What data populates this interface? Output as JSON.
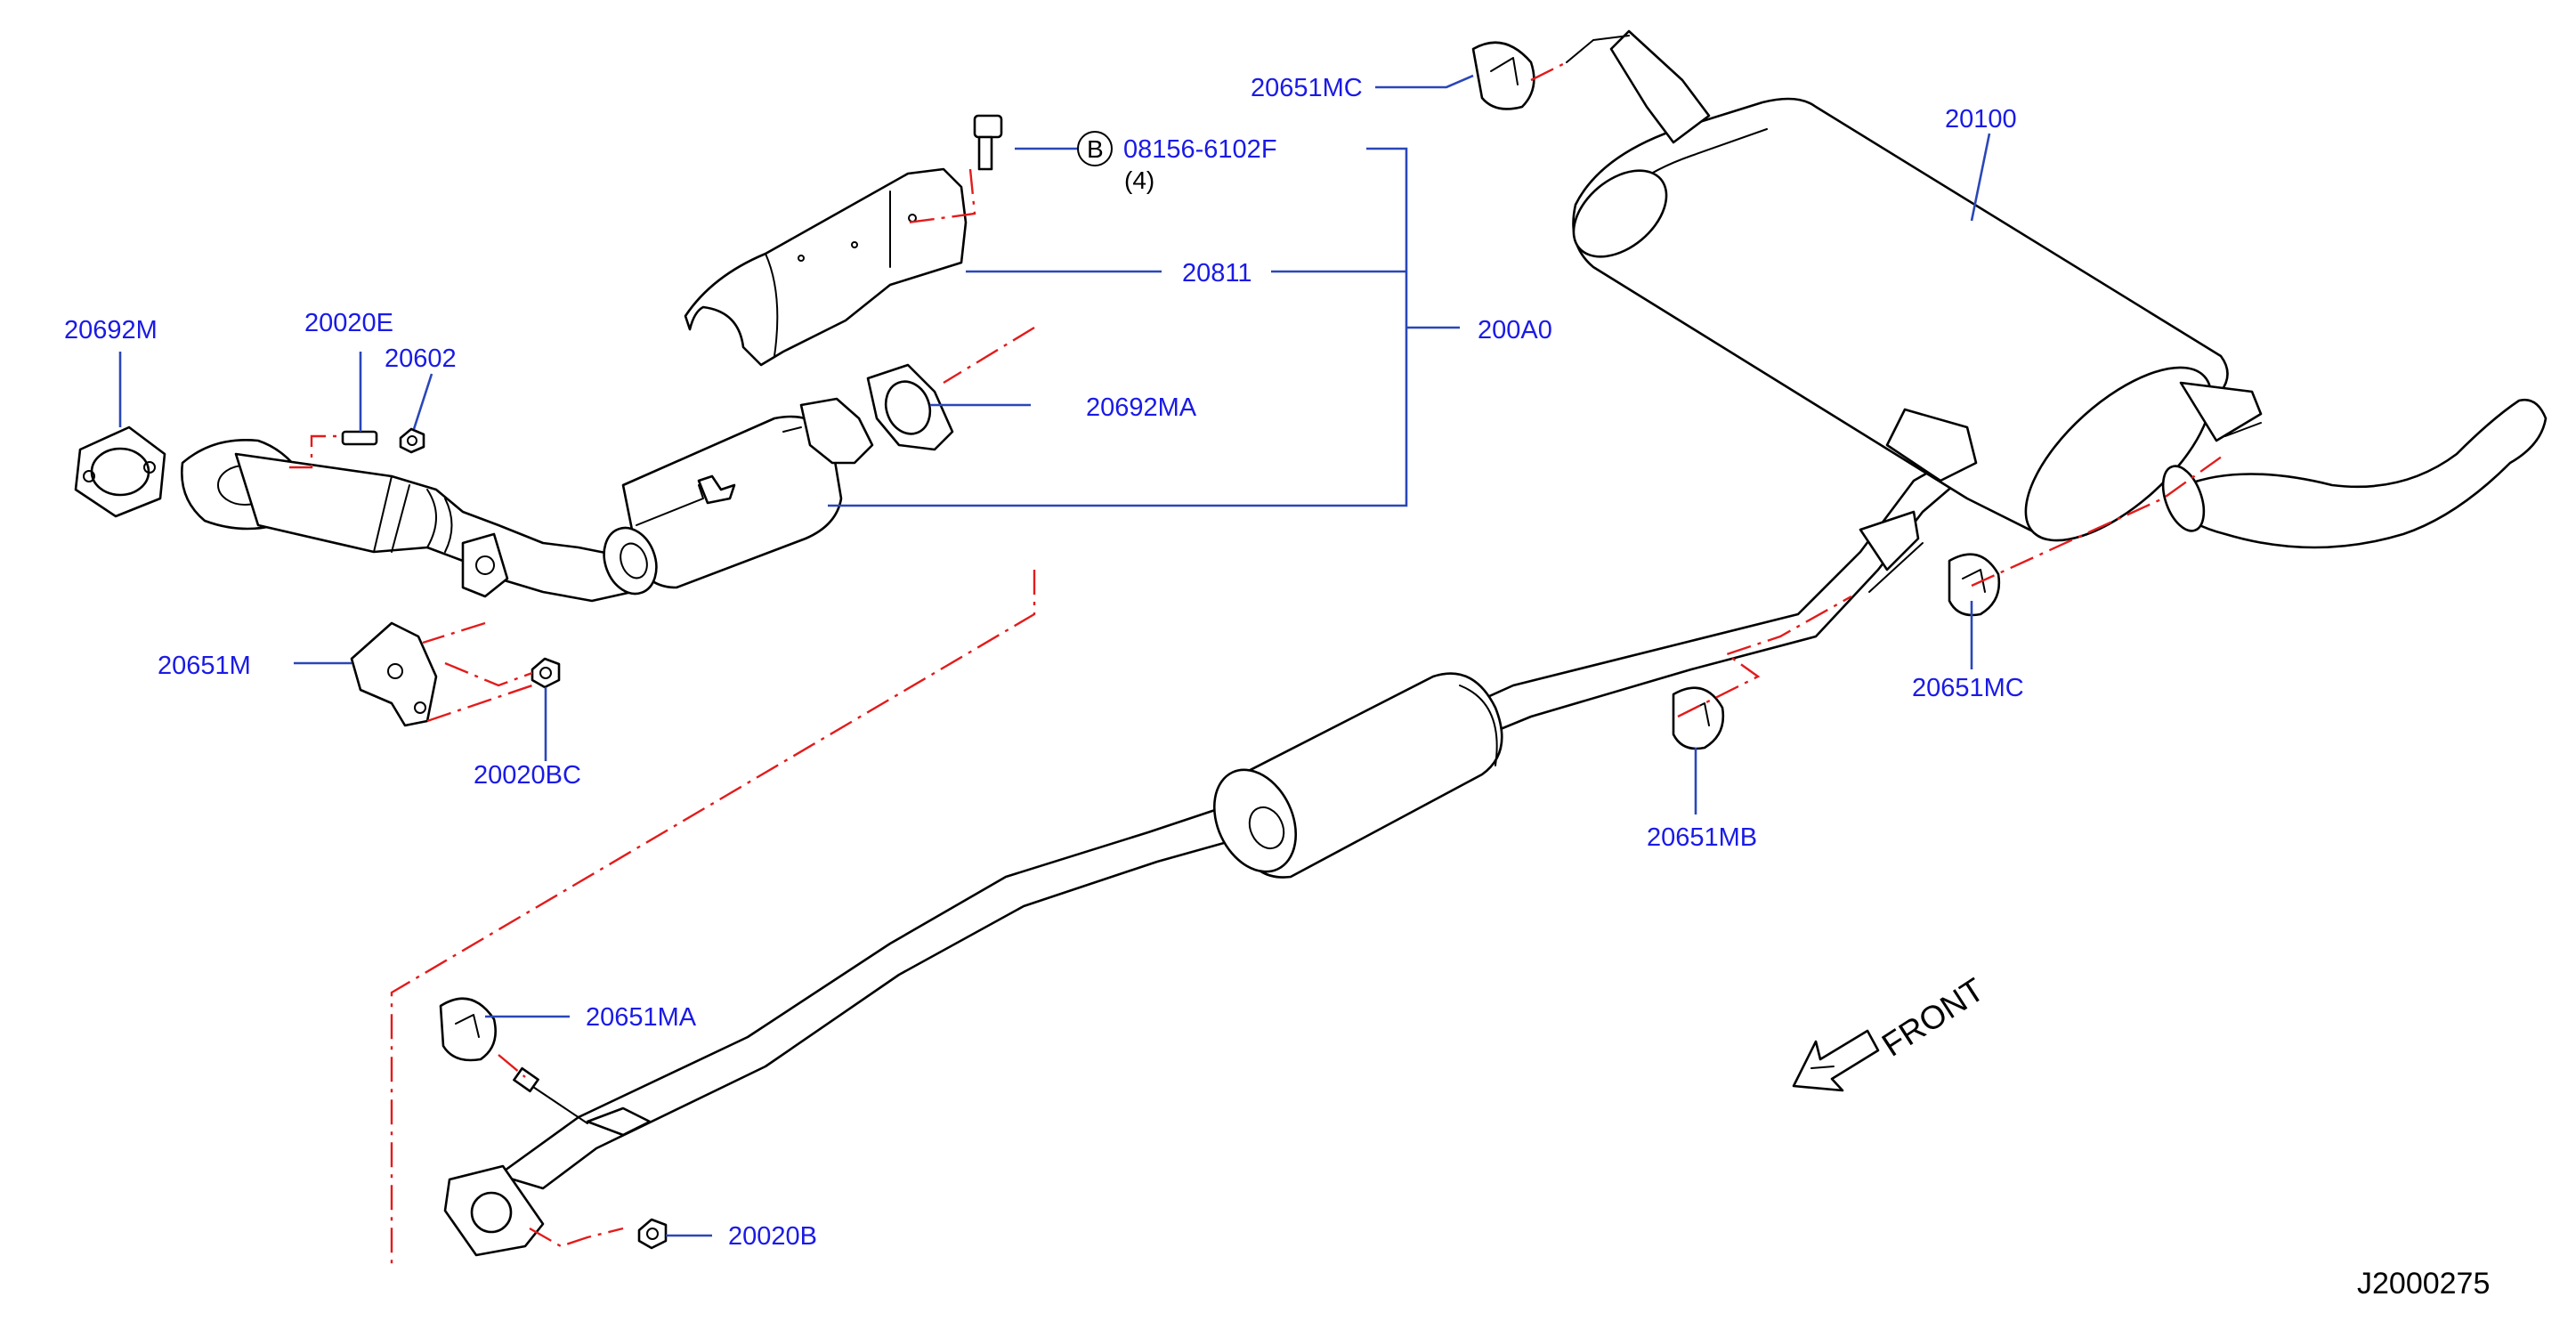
{
  "labels": {
    "p20692M": "20692M",
    "p20020E": "20020E",
    "p20602": "20602",
    "p20651M": "20651M",
    "p20020BC": "20020BC",
    "p08156": "08156-6102F",
    "p08156_qty": "(4)",
    "bolt_marker": "B",
    "p20811": "20811",
    "p200A0": "200A0",
    "p20692MA": "20692MA",
    "p20651MC_top": "20651MC",
    "p20100": "20100",
    "p20651MC_right": "20651MC",
    "p20651MB": "20651MB",
    "p20651MA": "20651MA",
    "p20020B": "20020B"
  },
  "front_label": "FRONT",
  "diagram_ref": "J2000275",
  "colors": {
    "label": "#1a1ae6",
    "leader": "#2a47b8",
    "phantom": "#e31b1b",
    "outline": "#000000"
  }
}
